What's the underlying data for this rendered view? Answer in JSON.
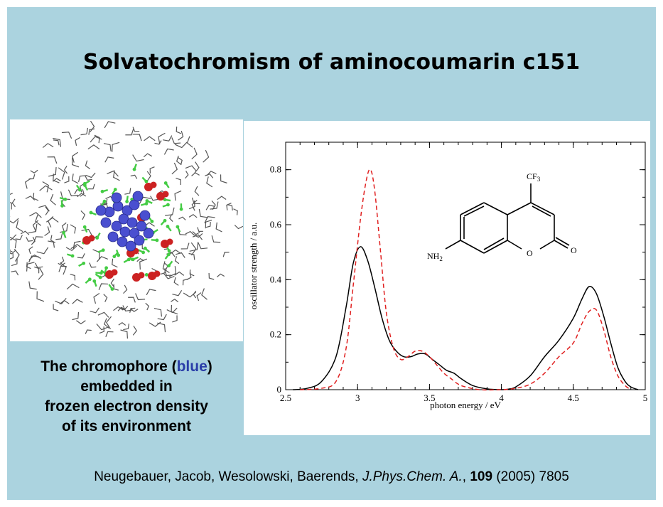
{
  "slide": {
    "title": "Solvatochromism of aminocoumarin c151",
    "caption": {
      "line1_pre": "The chromophore (",
      "line1_highlight": "blue",
      "line1_post": ")",
      "line2": "embedded in",
      "line3": "frozen electron density",
      "line4": "of its environment"
    },
    "citation": {
      "authors": "Neugebauer, Jacob, Wesolowski, Baerends,",
      "journal": "J.Phys.Chem. A.",
      "volume": "109",
      "rest": "(2005) 7805"
    },
    "structure": {
      "cf3_label": "CF3",
      "nh2_label": "NH2",
      "o_ring": "O",
      "o_carbonyl": "O"
    },
    "colors": {
      "background": "#abd3df",
      "chromophore": "#4a4fd0",
      "water": "#cc2222",
      "hbond": "#44cc44",
      "series_solid": "#000000",
      "series_dashed": "#e02020"
    }
  },
  "chart_data": {
    "type": "line",
    "title": "",
    "xlabel": "photon energy / eV",
    "ylabel": "oscillator strength / a.u.",
    "xlim": [
      2.5,
      5.0
    ],
    "ylim": [
      0,
      0.9
    ],
    "xticks": [
      "2.5",
      "3",
      "3.5",
      "4",
      "4.5",
      "5"
    ],
    "yticks": [
      "0",
      "0.2",
      "0.4",
      "0.6",
      "0.8"
    ],
    "series": [
      {
        "style": "solid",
        "x": [
          2.55,
          2.65,
          2.75,
          2.85,
          2.92,
          2.97,
          3.02,
          3.07,
          3.12,
          3.17,
          3.22,
          3.27,
          3.32,
          3.37,
          3.42,
          3.47,
          3.52,
          3.57,
          3.62,
          3.67,
          3.72,
          3.8,
          3.9,
          4.0,
          4.05,
          4.1,
          4.2,
          4.3,
          4.4,
          4.5,
          4.56,
          4.61,
          4.66,
          4.71,
          4.76,
          4.81,
          4.86,
          4.9,
          4.95
        ],
        "y": [
          0.0,
          0.005,
          0.03,
          0.12,
          0.3,
          0.46,
          0.52,
          0.47,
          0.37,
          0.26,
          0.18,
          0.14,
          0.12,
          0.12,
          0.13,
          0.13,
          0.11,
          0.09,
          0.07,
          0.06,
          0.04,
          0.015,
          0.003,
          0.0,
          0.002,
          0.01,
          0.05,
          0.12,
          0.18,
          0.26,
          0.33,
          0.375,
          0.35,
          0.27,
          0.17,
          0.08,
          0.03,
          0.01,
          0.0
        ]
      },
      {
        "style": "dashed",
        "x": [
          2.6,
          2.75,
          2.85,
          2.92,
          2.97,
          3.02,
          3.06,
          3.09,
          3.12,
          3.16,
          3.2,
          3.25,
          3.3,
          3.35,
          3.4,
          3.45,
          3.5,
          3.55,
          3.6,
          3.65,
          3.7,
          3.75,
          3.85,
          4.0,
          4.1,
          4.2,
          4.3,
          4.4,
          4.5,
          4.56,
          4.61,
          4.66,
          4.71,
          4.76,
          4.81,
          4.86,
          4.9
        ],
        "y": [
          0.0,
          0.005,
          0.03,
          0.15,
          0.38,
          0.62,
          0.76,
          0.8,
          0.72,
          0.5,
          0.28,
          0.15,
          0.11,
          0.12,
          0.14,
          0.14,
          0.12,
          0.09,
          0.06,
          0.04,
          0.02,
          0.01,
          0.0,
          0.0,
          0.005,
          0.02,
          0.06,
          0.12,
          0.17,
          0.24,
          0.285,
          0.29,
          0.22,
          0.12,
          0.05,
          0.015,
          0.0
        ]
      }
    ]
  }
}
